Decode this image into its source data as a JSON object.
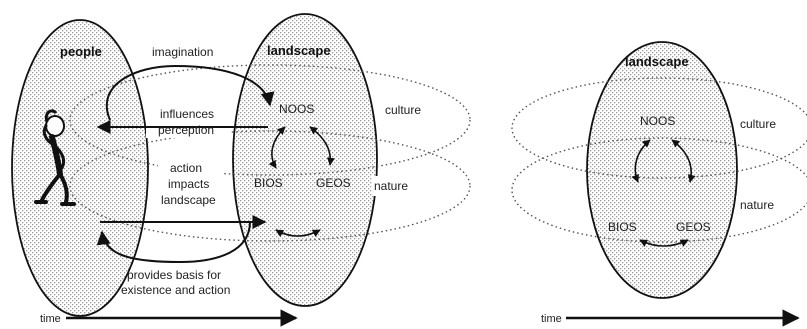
{
  "left_diagram": {
    "people_label": "people",
    "landscape_label": "landscape",
    "noos": "NOOS",
    "bios": "BIOS",
    "geos": "GEOS",
    "culture": "culture",
    "nature": "nature",
    "imagination": "imagination",
    "influences_line1": "influences",
    "influences_line2": "perception",
    "action_line1": "action",
    "action_line2": "impacts",
    "action_line3": "landscape",
    "provides_line1": "provides basis for",
    "provides_line2": "existence and action",
    "time_label": "time"
  },
  "right_diagram": {
    "landscape_label": "landscape",
    "noos": "NOOS",
    "bios": "BIOS",
    "geos": "GEOS",
    "culture": "culture",
    "nature": "nature",
    "time_label": "time"
  },
  "colors": {
    "stroke": "#111111",
    "dotted": "#555555",
    "stipple": "#bdbdbd"
  }
}
